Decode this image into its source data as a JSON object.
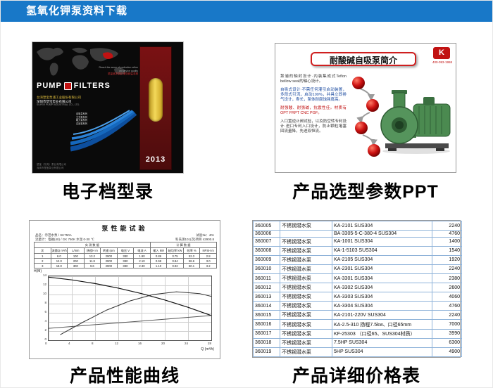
{
  "header": {
    "title": "氢氧化钾泵资料下载"
  },
  "colors": {
    "header_bg": "#1878c8",
    "brand_red": "#c11212",
    "table_grid_blue": "#8fb3d9"
  },
  "captions": {
    "catalog": "电子档型录",
    "ppt": "产品选型参数PPT",
    "curve": "产品性能曲线",
    "price": "产品详细价格表"
  },
  "catalog": {
    "brand_left": "PUMP",
    "brand_right": "FILTERS",
    "tagline_en": "Reach the acme of perfection refine on service quality",
    "tagline_cn": "质量追求卓越 服务精益求精",
    "company1": "台湾塑宝泵浦工业股份有限公司",
    "company2": "深圳市塑宝泵业有限公司",
    "company3": "SUPER PUMP INDUSTRIAL CO., LTD.",
    "products": [
      "自吸泵系列",
      "立式泵系列",
      "磁力泵系列",
      "过滤机系列"
    ],
    "footer1": "塑宝（东莞）泵业有限公司",
    "footer2": "深圳市塑宝泵业有限公司",
    "year": "2013"
  },
  "ppt": {
    "title": "耐酸碱自吸泵简介",
    "logo_mark": "K",
    "logo_phone": "400-093-1958",
    "paragraphs": [
      {
        "text": "泵浦的轴封设计·内装集成式Teflon bellow seal的轴心设计。",
        "color": "#333333"
      },
      {
        "text": "自吸式设计·不需任何灌引启动装置，多段式引流，启动100%，并具立即排气设计，寿长，泵体耐腐蚀强度高。",
        "color": "#17479e"
      },
      {
        "text": "耐强酸、耐强碱，抗震性佳。材质有OPT FRPT CNC PGF。",
        "color": "#c01010"
      },
      {
        "text": "入口置逆止阀试验，以及防空转专利设计·进口专利入口设计，防止颗粒堵塞回流量降，先进双恒流。",
        "color": "#333333"
      }
    ]
  },
  "curve": {
    "title": "泵性能试验",
    "info_left": "品名：示范水泵 / SK750A",
    "info_right": "试验№：40c",
    "info_line2": "流量计：电磁(40) / GK 750K  水温 0-30 ℃",
    "table_note": "科氏测101(次)项目 42900.8",
    "group_headers": [
      "实 测 数 据",
      "计 算 数 据"
    ],
    "col_headers": [
      "次",
      "流量Q m³/h",
      "L/min",
      "扬程H m",
      "转速 rpm",
      "电压 V",
      "电流 A",
      "输入 kW",
      "轴功率 kW",
      "效率 %",
      "NPSH m"
    ],
    "rows": [
      [
        "1",
        "6.0",
        "100",
        "13.2",
        "2900",
        "380",
        "1.90",
        "0.86",
        "0.75",
        "52.3",
        "2.8"
      ],
      [
        "2",
        "12.0",
        "200",
        "11.8",
        "2900",
        "380",
        "2.10",
        "0.98",
        "0.84",
        "58.6",
        "3.0"
      ],
      [
        "3",
        "18.0",
        "300",
        "9.6",
        "2900",
        "380",
        "2.30",
        "1.10",
        "0.92",
        "60.1",
        "3.2"
      ]
    ],
    "axis": {
      "y_label": "H(M)",
      "x_label": "Q (m³/h)",
      "y_ticks": [
        14,
        12,
        10,
        8,
        6,
        4,
        2,
        0
      ],
      "x_ticks": [
        0,
        4,
        8,
        12,
        16,
        20,
        24,
        28
      ],
      "xmax": 28,
      "ymax": 14
    },
    "series": {
      "hq": [
        [
          0,
          13.8
        ],
        [
          4,
          13.2
        ],
        [
          8,
          12.4
        ],
        [
          12,
          11.4
        ],
        [
          16,
          10.2
        ],
        [
          20,
          8.8
        ],
        [
          24,
          7.2
        ],
        [
          28,
          5.4
        ]
      ],
      "eff": [
        [
          2,
          1.2
        ],
        [
          6,
          4.0
        ],
        [
          10,
          6.6
        ],
        [
          14,
          8.6
        ],
        [
          18,
          10.0
        ],
        [
          22,
          10.6
        ],
        [
          26,
          10.2
        ],
        [
          28,
          9.6
        ]
      ],
      "pow": [
        [
          0,
          2.6
        ],
        [
          8,
          3.4
        ],
        [
          16,
          4.2
        ],
        [
          24,
          5.0
        ],
        [
          28,
          5.4
        ]
      ]
    }
  },
  "price_table": {
    "rows": [
      {
        "code": "360005",
        "name": "不锈钢潜水泵",
        "model": "KA-2101 SUS304",
        "price": "2240"
      },
      {
        "code": "360006",
        "name": "",
        "model": "BA-3305-5-C-380-4 SUS304",
        "price": "4760"
      },
      {
        "code": "360007",
        "name": "不锈钢潜水泵",
        "model": "KA-1001 SUS304",
        "price": "1400"
      },
      {
        "code": "360008",
        "name": "不锈钢潜水泵",
        "model": "KA-1-5103 SUS304",
        "price": "1540"
      },
      {
        "code": "360009",
        "name": "不锈钢潜水泵",
        "model": "KA-2105 SUS304",
        "price": "1920"
      },
      {
        "code": "360010",
        "name": "不锈钢潜水泵",
        "model": "KA-2301 SUS304",
        "price": "2240"
      },
      {
        "code": "360011",
        "name": "不锈钢潜水泵",
        "model": "KA-3301 SUS304",
        "price": "2380"
      },
      {
        "code": "360012",
        "name": "不锈钢潜水泵",
        "model": "KA-3302 SUS304",
        "price": "2600"
      },
      {
        "code": "360013",
        "name": "不锈钢潜水泵",
        "model": "KA-3303 SUS304",
        "price": "4060"
      },
      {
        "code": "360014",
        "name": "不锈钢潜水泵",
        "model": "KA-3304 SUS304",
        "price": "4760"
      },
      {
        "code": "360015",
        "name": "不锈钢潜水泵",
        "model": "KA-2101-220V SUS304",
        "price": "2240"
      },
      {
        "code": "360016",
        "name": "不锈钢潜水泵",
        "model": "KA-2.5-310 扬程7.5kw、口径65mm",
        "price": "7000"
      },
      {
        "code": "360017",
        "name": "不锈钢潜水泵",
        "model": "KF-25303 （口径65、SUS304材质）",
        "price": "3990"
      },
      {
        "code": "360018",
        "name": "不锈钢潜水泵",
        "model": "7.5HP SUS304",
        "price": "6300"
      },
      {
        "code": "360019",
        "name": "不锈钢潜水泵",
        "model": "5HP SUS304",
        "price": "4900"
      }
    ]
  }
}
